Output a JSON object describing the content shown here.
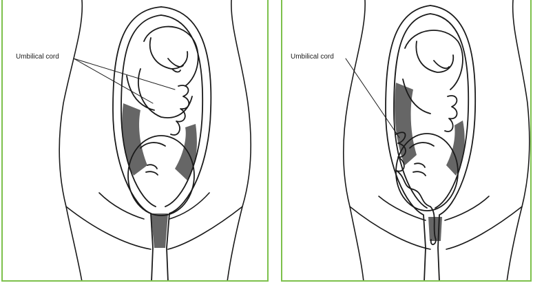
{
  "panels": [
    {
      "id": "left",
      "cord_label": "Umbilical cord"
    },
    {
      "id": "right",
      "cord_label": "Umbilical cord"
    }
  ],
  "colors": {
    "border": "#7cc04b",
    "outline": "#1a1a1a",
    "shade": "#666666",
    "background": "#ffffff"
  },
  "icons": [
    "fetus-illustration",
    "uterus-illustration",
    "umbilical-cord-illustration"
  ]
}
